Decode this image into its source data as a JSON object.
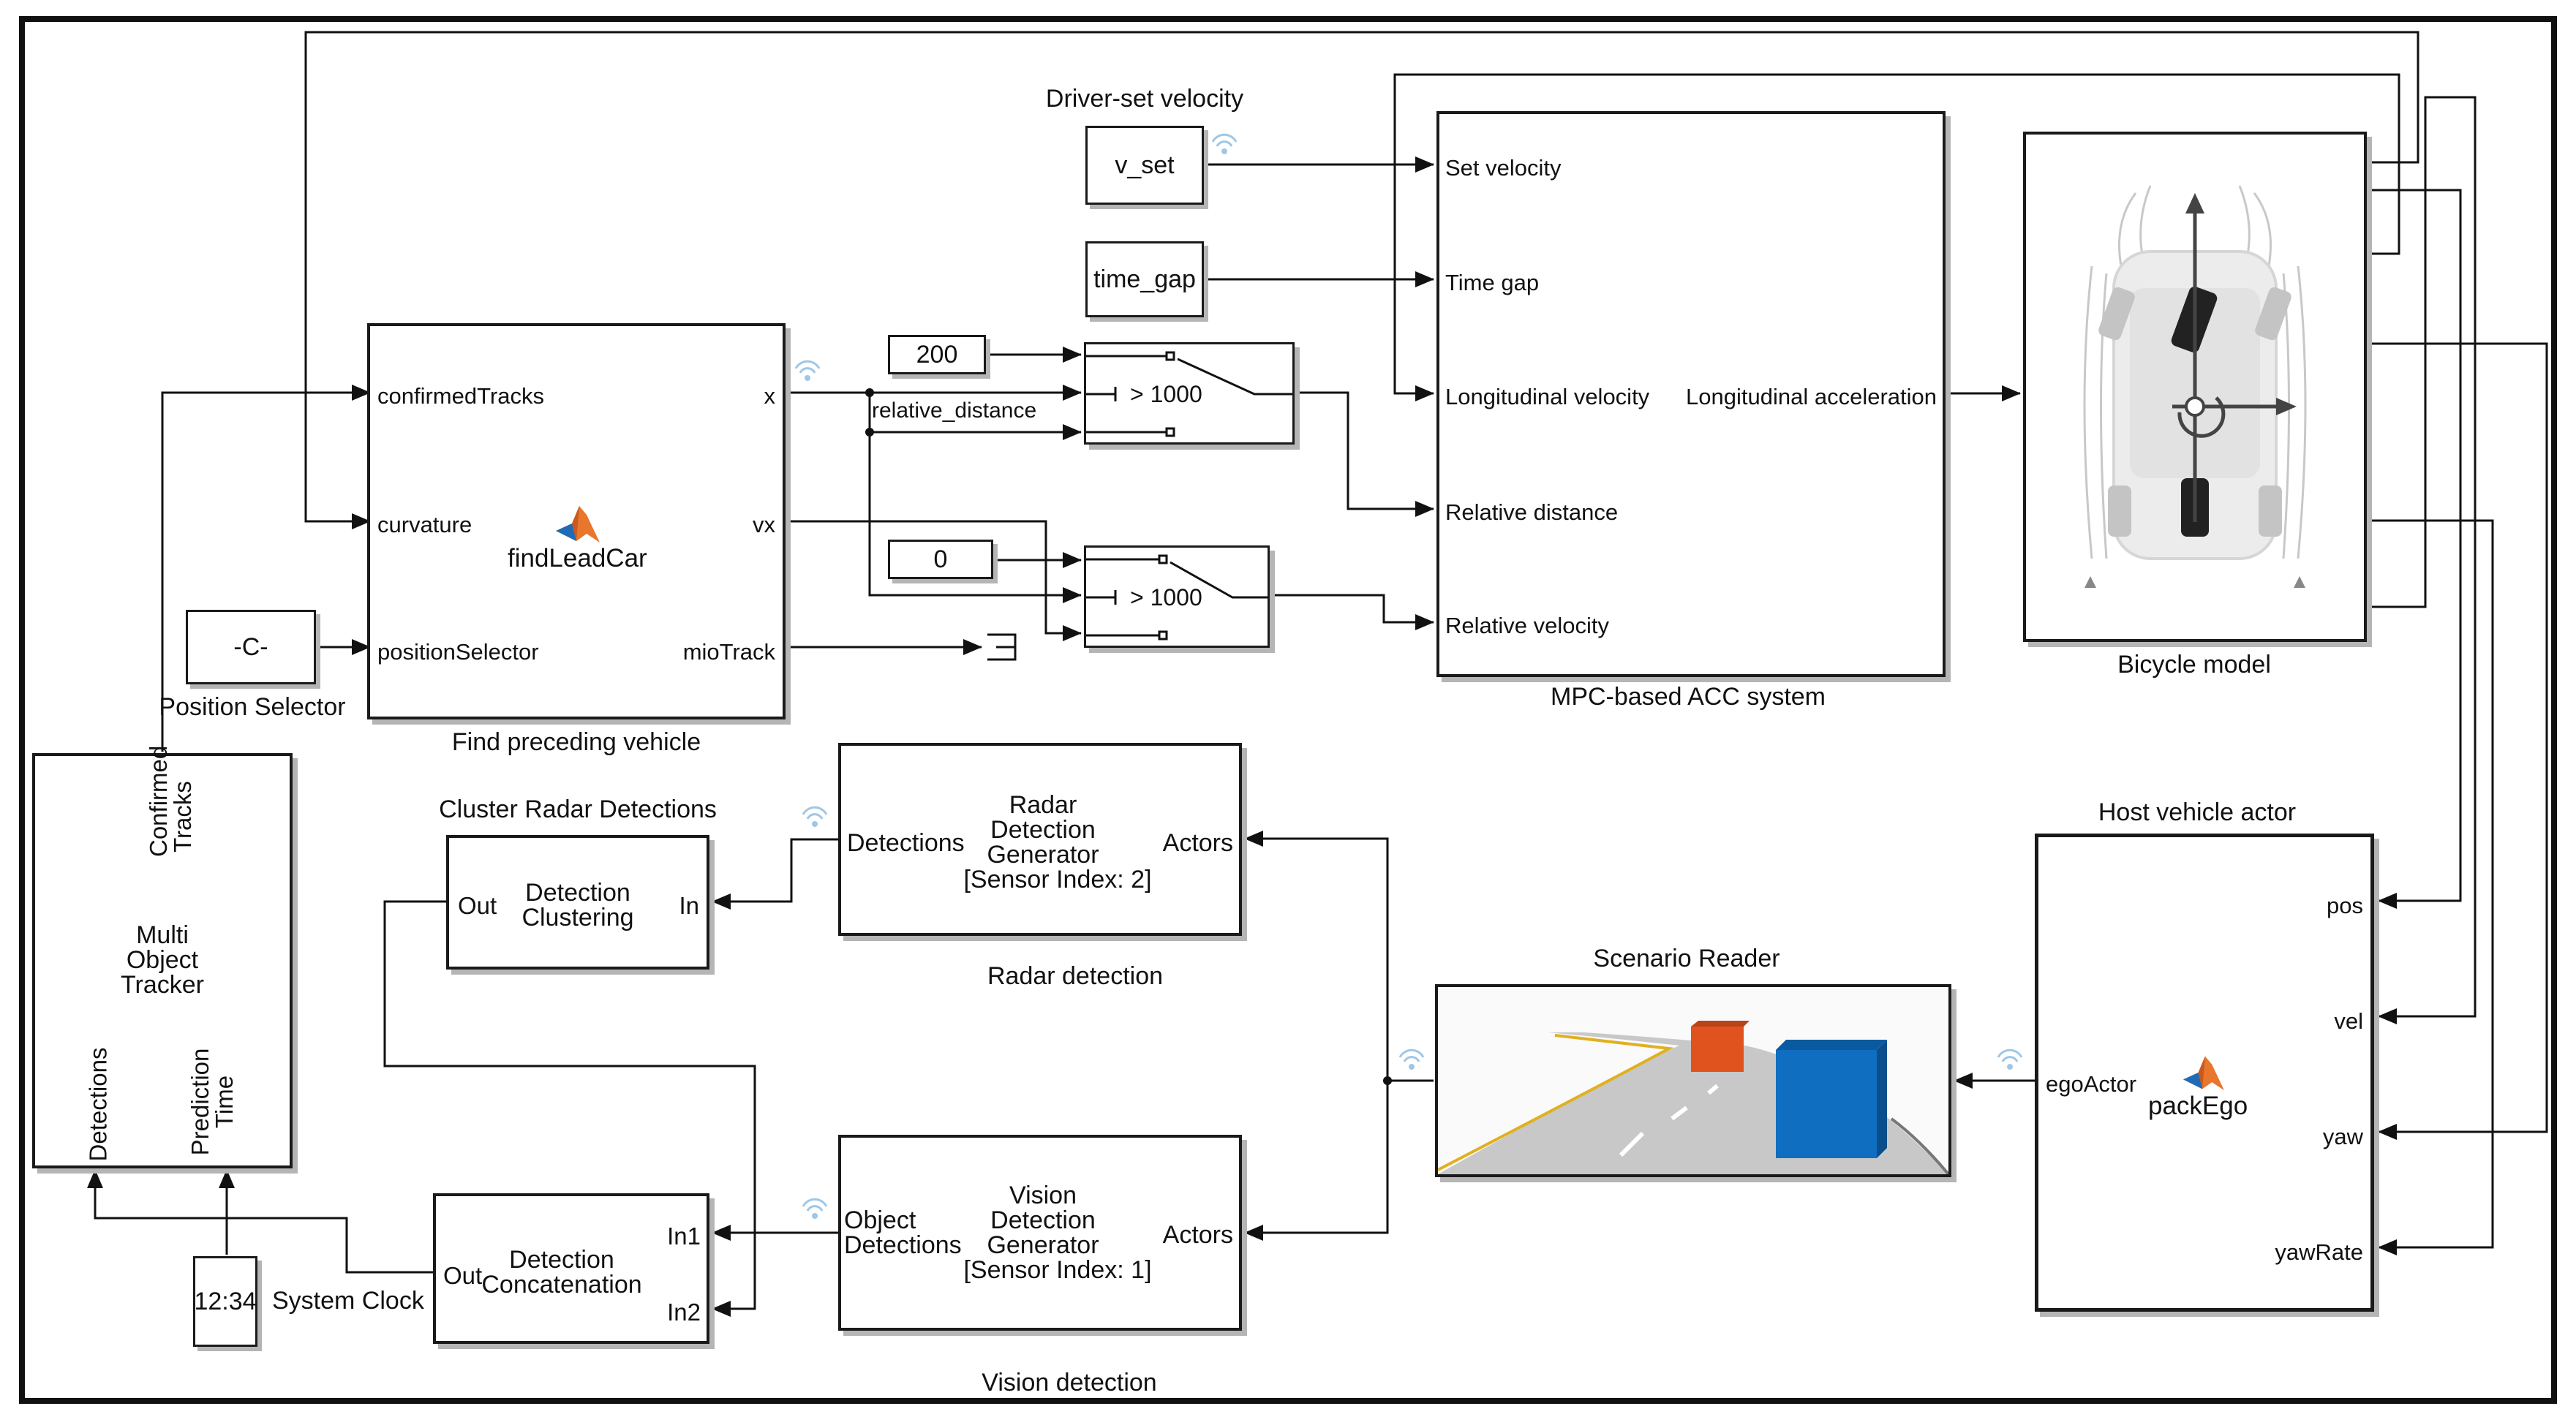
{
  "colors": {
    "line": "#111111",
    "block_border": "#1a1a1a",
    "shadow": "#b5b5b5",
    "icon_blue": "#9ec7e6",
    "matlab_orange": "#e8762d",
    "matlab_blue": "#1f6bb5",
    "car_red": "#e0531f",
    "car_blue": "#0f6ec0",
    "road": "#c8c8c8",
    "road_line": "#e0b020"
  },
  "blocks": {
    "driver_set_velocity": {
      "caption": "Driver-set velocity",
      "value": "v_set"
    },
    "time_gap": {
      "value": "time_gap"
    },
    "find_lead_car": {
      "caption": "Find preceding vehicle",
      "function_name": "findLeadCar",
      "icon": "matlab-logo-icon",
      "inputs": [
        "confirmedTracks",
        "curvature",
        "positionSelector"
      ],
      "outputs": [
        "x",
        "vx",
        "mioTrack"
      ]
    },
    "const_200": {
      "value": "200"
    },
    "const_0": {
      "value": "0"
    },
    "switch_top": {
      "threshold": "> 1000",
      "signal": "relative_distance"
    },
    "switch_bottom": {
      "threshold": "> 1000"
    },
    "position_selector": {
      "caption": "Position Selector",
      "value": "-C-"
    },
    "mpc_acc": {
      "caption": "MPC-based ACC system",
      "inputs": [
        "Set velocity",
        "Time gap",
        "Longitudinal velocity",
        "Relative distance",
        "Relative velocity"
      ],
      "output": "Longitudinal acceleration"
    },
    "bicycle_model": {
      "caption": "Bicycle model"
    },
    "multi_object_tracker": {
      "title": [
        "Multi",
        "Object",
        "Tracker"
      ],
      "top_port": [
        "Confirmed",
        "Tracks"
      ],
      "bottom_ports": [
        [
          "Detections"
        ],
        [
          "Prediction",
          "Time"
        ]
      ]
    },
    "cluster": {
      "caption": "Cluster Radar Detections",
      "title": [
        "Detection",
        "Clustering"
      ],
      "in": "In",
      "out": "Out"
    },
    "radar": {
      "caption": "Radar detection",
      "title": [
        "Radar",
        "Detection",
        "Generator",
        "[Sensor Index: 2]"
      ],
      "in": "Actors",
      "out": "Detections"
    },
    "vision": {
      "caption": "Vision detection",
      "title": [
        "Vision",
        "Detection",
        "Generator",
        "[Sensor Index: 1]"
      ],
      "in": "Actors",
      "out": [
        "Object",
        "Detections"
      ]
    },
    "concat": {
      "title": [
        "Detection",
        "Concatenation"
      ],
      "in1": "In1",
      "in2": "In2",
      "out": "Out"
    },
    "system_clock": {
      "caption": "System Clock",
      "value": "12:34"
    },
    "scenario_reader": {
      "caption": "Scenario Reader"
    },
    "host_vehicle": {
      "caption": "Host vehicle actor",
      "function_name": "packEgo",
      "icon": "matlab-logo-icon",
      "input": "egoActor",
      "outputs_labels": [
        "pos",
        "vel",
        "yaw",
        "yawRate"
      ]
    }
  }
}
